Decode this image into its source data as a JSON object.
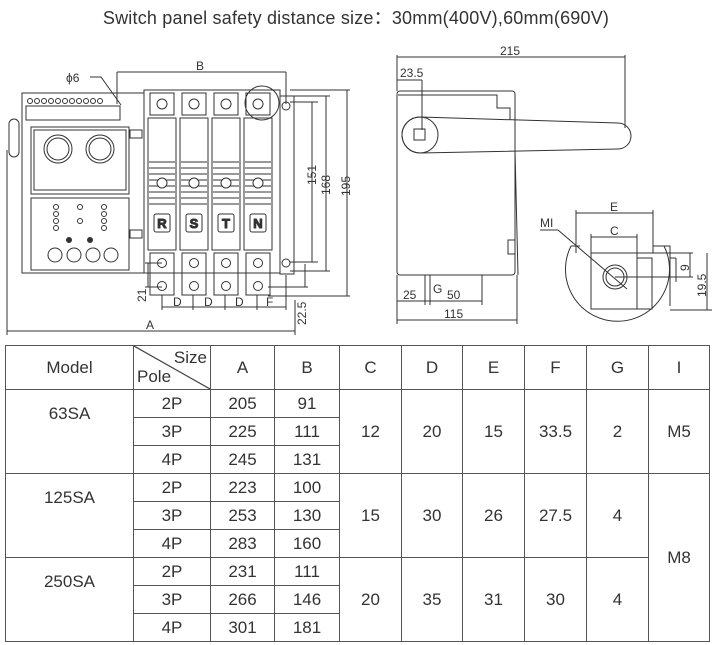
{
  "title": "Switch panel safety distance size：30mm(400V),60mm(690V)",
  "front_view": {
    "labels": {
      "B": "B",
      "A": "A",
      "phi6": "ϕ6",
      "h151": "151",
      "h168": "168",
      "h195": "195",
      "d21": "21",
      "d22_5": "22.5",
      "D": "D",
      "F": "F"
    },
    "poles": [
      "R",
      "S",
      "T",
      "N"
    ]
  },
  "side_view": {
    "labels": {
      "w215": "215",
      "w23_5": "23.5",
      "G": "G",
      "w25": "25",
      "w50": "50",
      "w115": "115"
    }
  },
  "detail_view": {
    "labels": {
      "E": "E",
      "C": "C",
      "MI": "MI",
      "h9": "9",
      "h19_5": "19.5"
    }
  },
  "table": {
    "header": {
      "model": "Model",
      "size": "Size",
      "pole": "Pole",
      "cols": [
        "A",
        "B",
        "C",
        "D",
        "E",
        "F",
        "G",
        "I"
      ]
    },
    "groups": [
      {
        "model": "63SA",
        "rows": [
          {
            "pole": "2P",
            "A": "205",
            "B": "91"
          },
          {
            "pole": "3P",
            "A": "225",
            "B": "111"
          },
          {
            "pole": "4P",
            "A": "245",
            "B": "131"
          }
        ],
        "C": "12",
        "D": "20",
        "E": "15",
        "F": "33.5",
        "G": "2",
        "I": "M5"
      },
      {
        "model": "125SA",
        "rows": [
          {
            "pole": "2P",
            "A": "223",
            "B": "100"
          },
          {
            "pole": "3P",
            "A": "253",
            "B": "130"
          },
          {
            "pole": "4P",
            "A": "283",
            "B": "160"
          }
        ],
        "C": "15",
        "D": "30",
        "E": "26",
        "F": "27.5",
        "G": "4",
        "I": "M8"
      },
      {
        "model": "250SA",
        "rows": [
          {
            "pole": "2P",
            "A": "231",
            "B": "111"
          },
          {
            "pole": "3P",
            "A": "266",
            "B": "146"
          },
          {
            "pole": "4P",
            "A": "301",
            "B": "181"
          }
        ],
        "C": "20",
        "D": "35",
        "E": "31",
        "F": "30",
        "G": "4"
      }
    ]
  }
}
